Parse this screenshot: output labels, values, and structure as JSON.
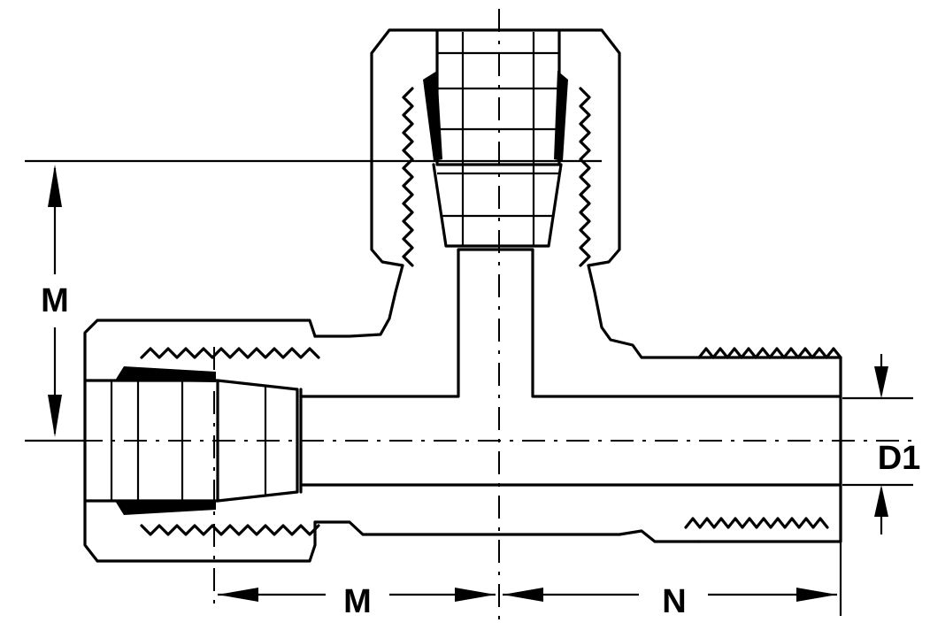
{
  "labels": {
    "vertical_m": "M",
    "bottom_m": "M",
    "bottom_n": "N",
    "d1": "D1"
  }
}
